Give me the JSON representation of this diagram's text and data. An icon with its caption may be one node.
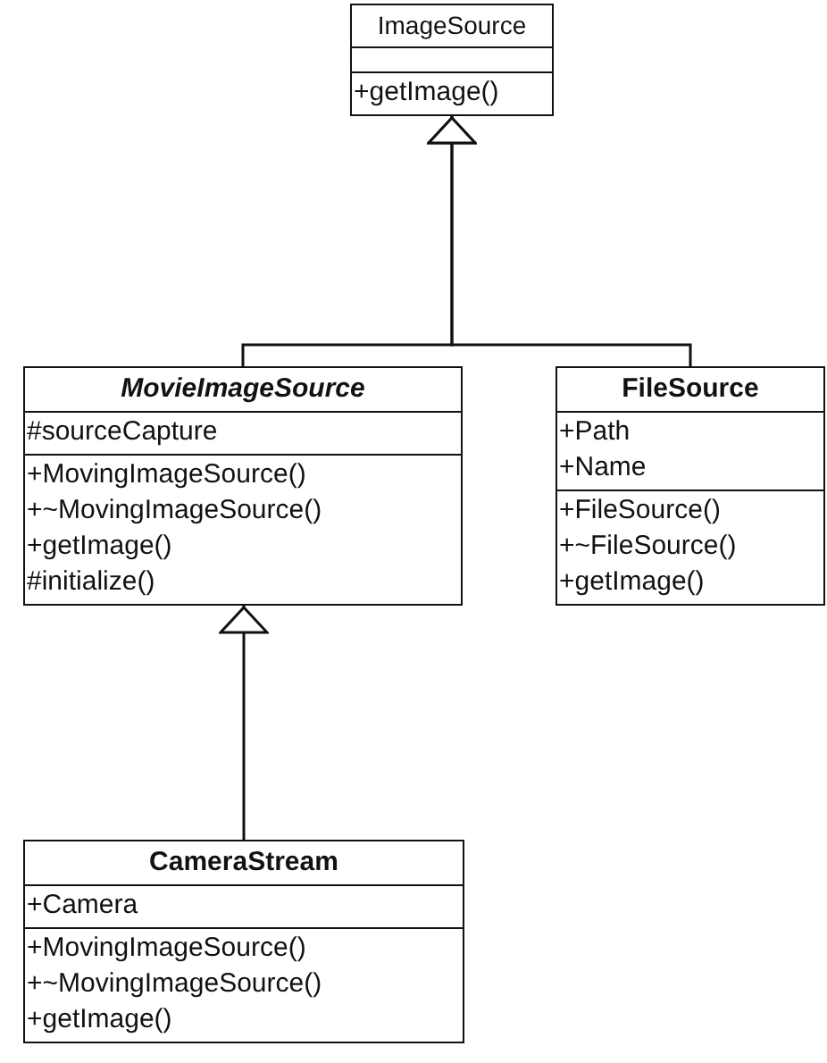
{
  "diagram": {
    "nodes": [
      {
        "text": [
          "ImageSource"
        ]
      },
      {
        "text": [],
        "shape": "box",
        "in": 0
      },
      {
        "text": [
          "+getImage()"
        ],
        "in": 0
      },
      {
        "text": [
          "MovieImageSource"
        ]
      },
      {
        "text": [
          "#sourceCapture"
        ],
        "in": 3
      },
      {
        "text": [
          "+MovingImageSource()",
          "+~MovingImageSource()",
          "+getImage()",
          "#initialize()"
        ],
        "in": 3
      },
      {
        "text": [
          "FileSource"
        ]
      },
      {
        "text": [
          "+Path",
          "+Name"
        ],
        "in": 6
      },
      {
        "text": [
          "+FileSource()",
          "+~FileSource()",
          "+getImage()"
        ],
        "in": 6
      },
      {
        "text": [
          "CameraStream"
        ]
      },
      {
        "text": [
          "+Camera"
        ],
        "in": 9
      },
      {
        "text": [
          "+MovingImageSource()",
          "+~MovingImageSource()",
          "+getImage()"
        ],
        "in": 9
      }
    ],
    "edges": [
      {
        "from": 3,
        "to": 0,
        "arrow": "to"
      },
      {
        "from": 6,
        "to": 0,
        "arrow": "to"
      },
      {
        "from": 9,
        "to": 3,
        "arrow": "to"
      }
    ]
  }
}
